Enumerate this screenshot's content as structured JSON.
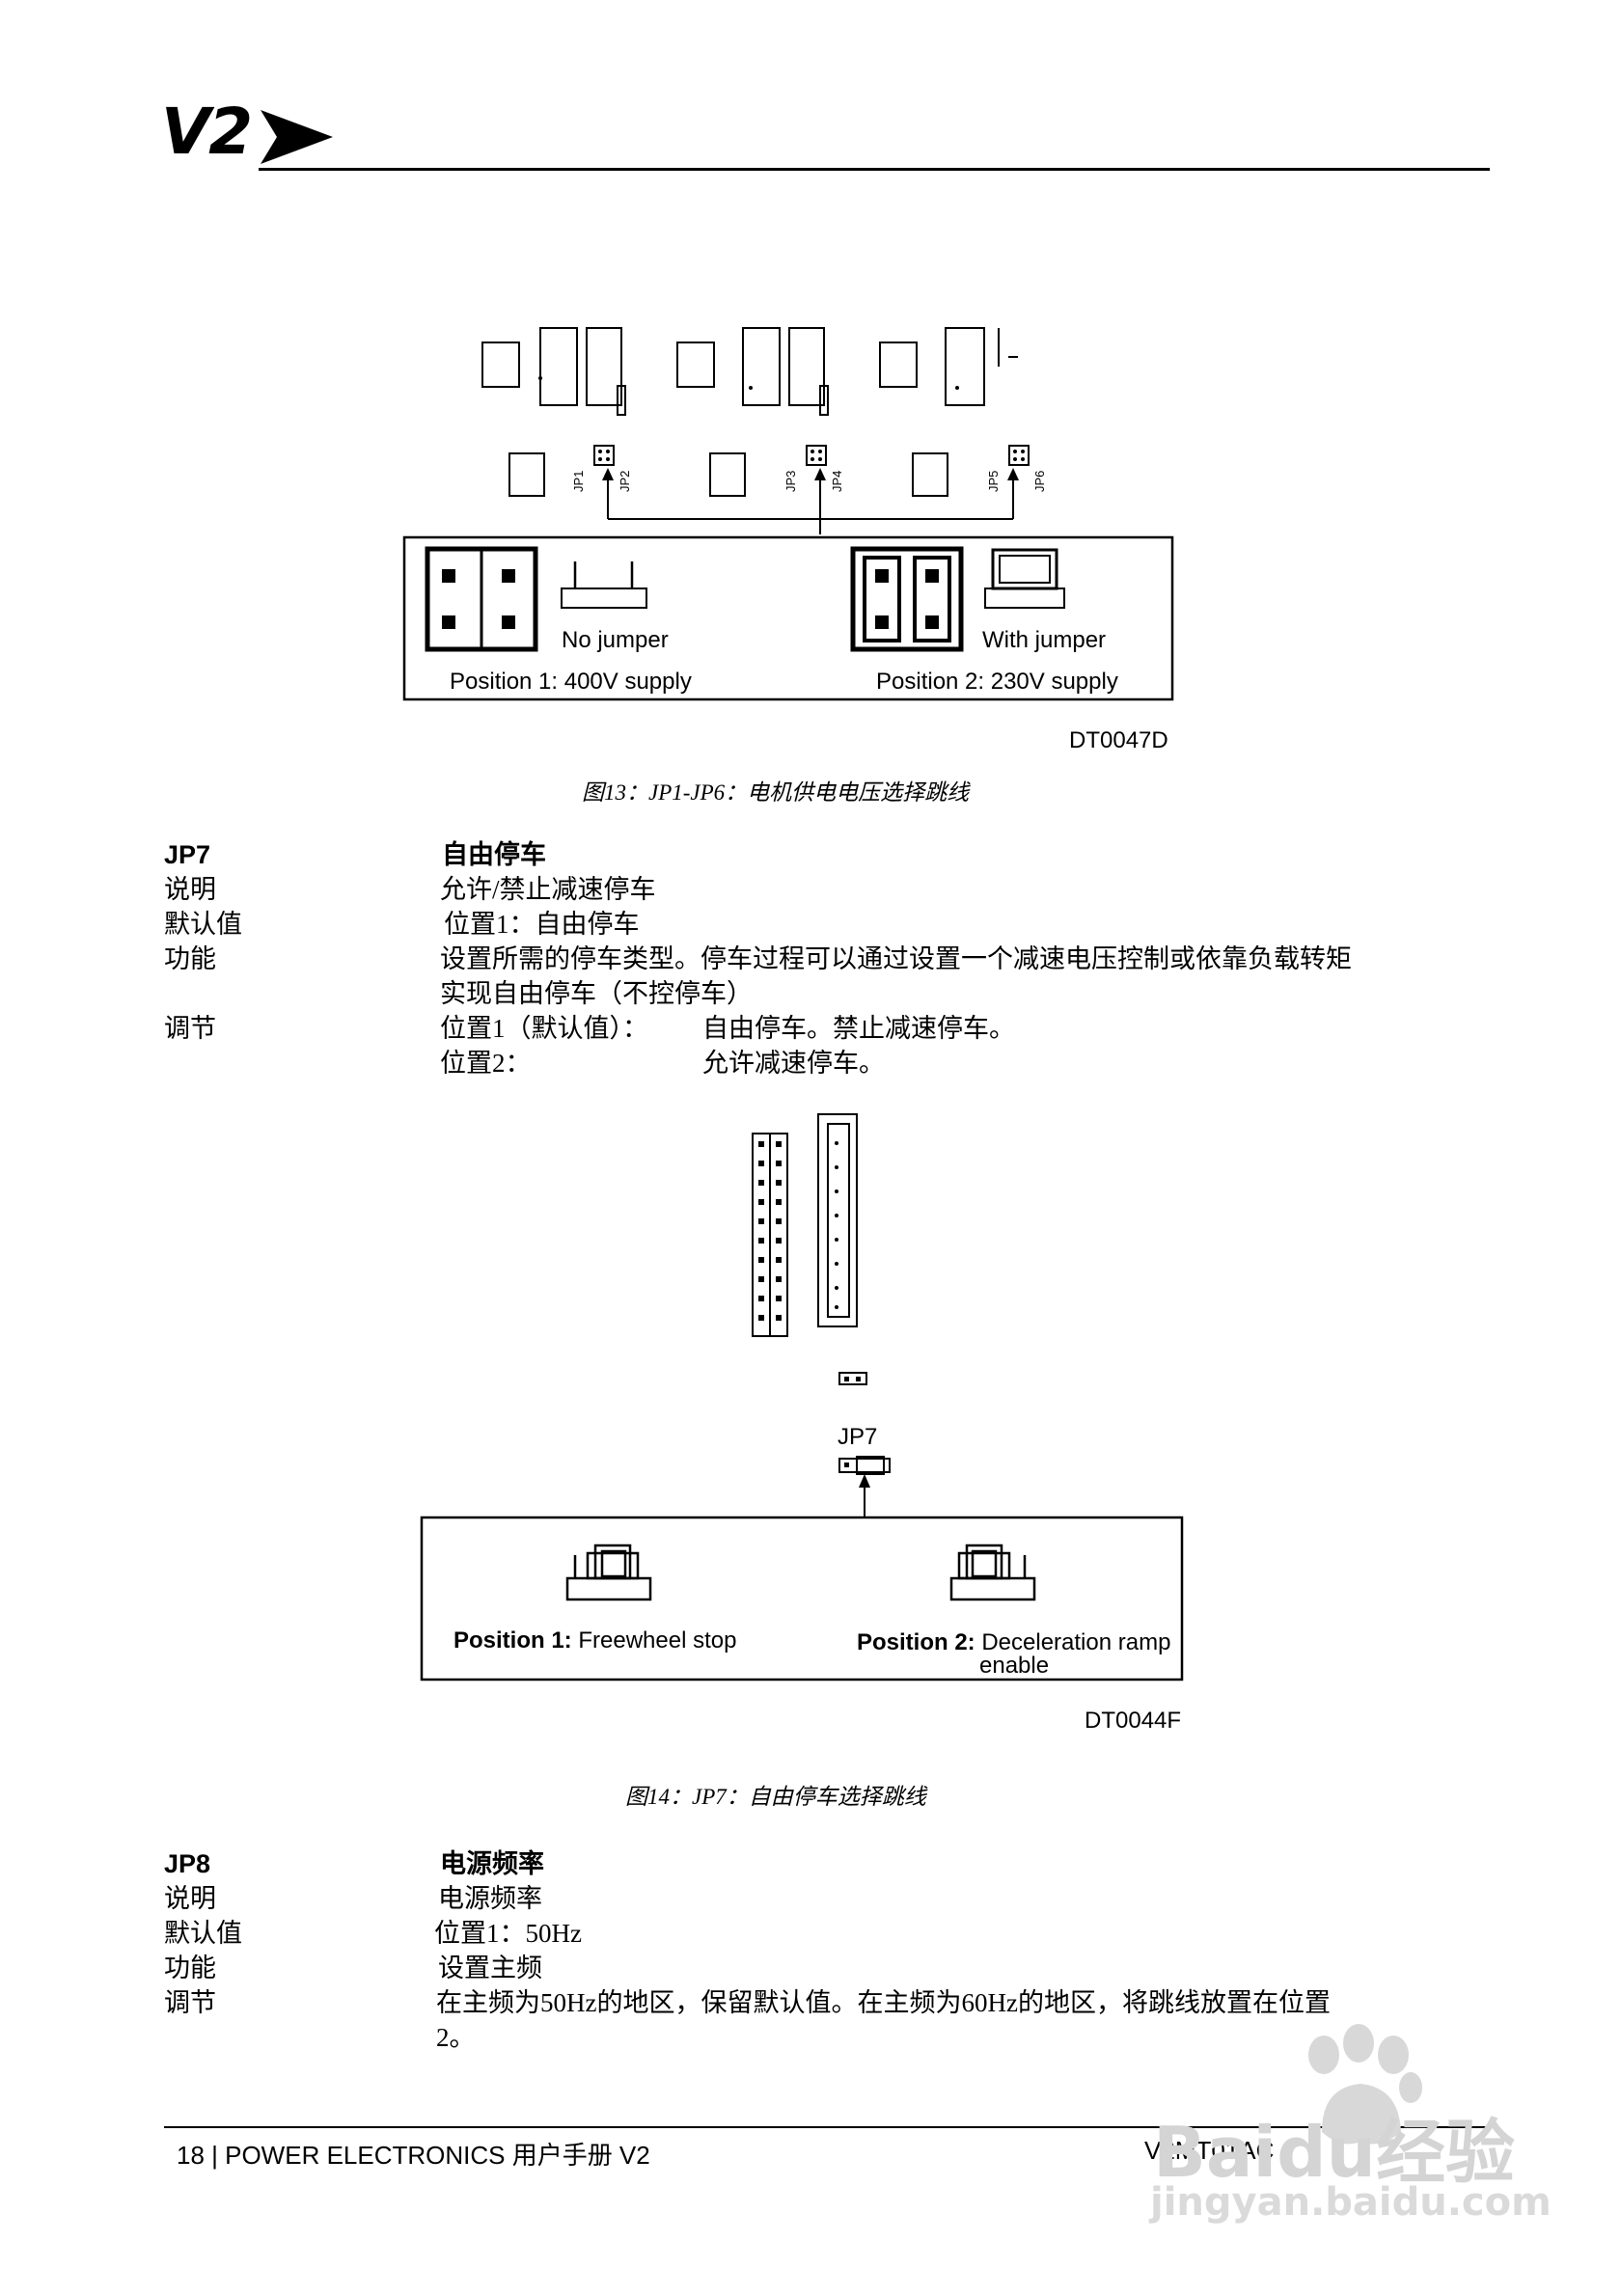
{
  "header": {
    "logo_text": "V2"
  },
  "figure13": {
    "pcb_labels": [
      "JP1",
      "JP2",
      "JP3",
      "JP4",
      "JP5",
      "JP6"
    ],
    "position1_state": "No jumper",
    "position2_state": "With jumper",
    "position1_label": "Position 1: 400V supply",
    "position2_label": "Position 2: 230V supply",
    "code": "DT0047D",
    "caption": "图13：JP1-JP6：电机供电电压选择跳线"
  },
  "jp7": {
    "title_code": "JP7",
    "title": "自由停车",
    "rows": [
      {
        "key": "说明",
        "value": "允许/禁止减速停车"
      },
      {
        "key": "默认值",
        "value": "位置1：自由停车"
      },
      {
        "key": "功能",
        "value": "设置所需的停车类型。停车过程可以通过设置一个减速电压控制或依靠负载转矩",
        "value2": "实现自由停车（不控停车）"
      },
      {
        "key": "调节",
        "pos1_label": "位置1（默认值）：",
        "pos1_value": "自由停车。禁止减速停车。",
        "pos2_label": "位置2：",
        "pos2_value": "允许减速停车。"
      }
    ]
  },
  "figure14": {
    "jumper_label": "JP7",
    "position1_bold": "Position 1:",
    "position1_text": "Freewheel stop",
    "position2_bold": "Position 2:",
    "position2_text": "Deceleration ramp",
    "position2_text_line2": "enable",
    "code": "DT0044F",
    "caption": "图14：JP7：自由停车选择跳线"
  },
  "jp8": {
    "title_code": "JP8",
    "title": "电源频率",
    "rows": [
      {
        "key": "说明",
        "value": "电源频率"
      },
      {
        "key": "默认值",
        "value": "位置1：50Hz"
      },
      {
        "key": "功能",
        "value": "设置主频"
      },
      {
        "key": "调节",
        "value": "在主频为50Hz的地区，保留默认值。在主频为60Hz的地区，将跳线放置在位置",
        "value2": "2。"
      }
    ]
  },
  "footer": {
    "left": "18 | POWER ELECTRONICS 用户手册 V2",
    "right": "V2MT01AC"
  },
  "watermark": {
    "brand": "Baidu经验",
    "url": "jingyan.baidu.com"
  }
}
